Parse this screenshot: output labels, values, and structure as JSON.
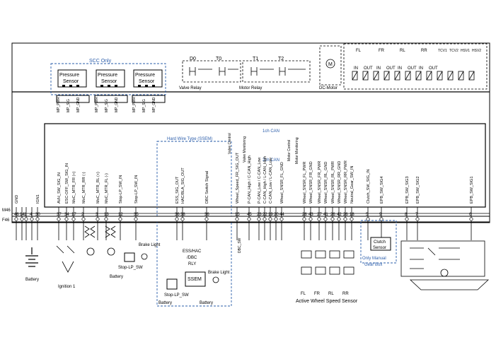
{
  "scc": {
    "title": "SCC Only",
    "sensor_label": [
      "Pressure",
      "Sensor"
    ],
    "pins": [
      "MP_PWR",
      "MP_SIG",
      "MP_GND"
    ]
  },
  "relays": {
    "d0": "D0",
    "t0": "T0",
    "t1": "T1",
    "t2": "T2",
    "valve_relay": "Valve Relay",
    "motor_relay": "Motor Relay",
    "dc_motor": "DC-Motor"
  },
  "valves_top": {
    "wheel_labels": [
      "FL",
      "FR",
      "RL",
      "RR"
    ],
    "in_out": [
      "IN",
      "OUT",
      "IN",
      "OUT",
      "IN",
      "OUT",
      "IN",
      "OUT"
    ],
    "tcs": [
      "TCV1",
      "TCV2",
      "HSV1",
      "HSV2"
    ]
  },
  "ecu": {
    "hardwire": "Hard Wire Type (SSEM)",
    "can_1": "1ch CAN",
    "can_2": "2ch CAN",
    "valve_control": "Valve Control",
    "valve_monitoring": "Valve Monitoring",
    "motor_monitoring": "Motor Monitoring",
    "motor_control": "Motor Control"
  },
  "pins": [
    {
      "label": "GND",
      "m": "46",
      "f": ""
    },
    {
      "label": "",
      "m": "14",
      "f": ""
    },
    {
      "label": "",
      "m": "1",
      "f": ""
    },
    {
      "label": "",
      "m": "4",
      "f": ""
    },
    {
      "label": "IGN1",
      "m": "30",
      "f": ""
    },
    {
      "label": "AVH_SW_SIG_IN",
      "m": "37",
      "f": ""
    },
    {
      "label": "ESC-OFF_SW_SIG_IN",
      "m": "34",
      "f": ""
    },
    {
      "label": "MoC_MTR_FR (+)",
      "m": "17",
      "f": ""
    },
    {
      "label": "MoC_MTR_RR (-)",
      "m": "2",
      "f": ""
    },
    {
      "label": "MoC_MTR_RL (+)",
      "m": "3",
      "f": ""
    },
    {
      "label": "MoC_MTR_FL (-)",
      "m": "13",
      "f": ""
    },
    {
      "label": "Stop-LP_SW_IN",
      "m": "12",
      "f": ""
    },
    {
      "label": "Stop-LP_SW_IN",
      "m": "35",
      "f": ""
    },
    {
      "label": "ESS_SIG_OUT",
      "m": "36",
      "f": ""
    },
    {
      "label": "HAC/BLA_SIG_OUT",
      "m": "38",
      "f": ""
    },
    {
      "label": "DBC Switch Signal",
      "m": "36",
      "f": ""
    },
    {
      "label": "Wheel_Speed_FR_SIG_OUT",
      "m": "15",
      "f": ""
    },
    {
      "label": "P-CAN_High / C-CAN_High",
      "m": "45",
      "f": ""
    },
    {
      "label": "P-CAN_Low / C-CAN_Low",
      "m": "23",
      "f": ""
    },
    {
      "label": "C-CAN_High / L-CAN_High",
      "m": "22",
      "f": ""
    },
    {
      "label": "C-CAN_Low / L-CAN_Low",
      "m": "19",
      "f": ""
    },
    {
      "label": "",
      "m": "20",
      "f": ""
    },
    {
      "label": "Wheel_SNSR_FL_GND",
      "m": "44",
      "f": ""
    },
    {
      "label": "Wheel_SNSR_FL_PWR",
      "m": "28",
      "f": ""
    },
    {
      "label": "Wheel_SNSR_FR_GND",
      "m": "43",
      "f": ""
    },
    {
      "label": "Wheel_SNSR_FR_PWR",
      "m": "27",
      "f": ""
    },
    {
      "label": "Wheel_SNSR_RL_GND",
      "m": "41",
      "f": ""
    },
    {
      "label": "Wheel_SNSR_RL_PWR",
      "m": "26",
      "f": ""
    },
    {
      "label": "Wheel_SNSR_RR_GND",
      "m": "42",
      "f": ""
    },
    {
      "label": "Wheel_SNSR_RR_PWR",
      "m": "26",
      "f": ""
    },
    {
      "label": "Neutral_Gear_SW_IN",
      "m": "18",
      "f": ""
    },
    {
      "label": "Clutch_SW_SIG_IN",
      "m": "5",
      "f": ""
    },
    {
      "label": "EPB_SW_SIG4",
      "m": "9",
      "f": ""
    },
    {
      "label": "EPB_SW_SIG3",
      "m": "8",
      "f": ""
    },
    {
      "label": "EPB_SW_SIG2",
      "m": "7",
      "f": ""
    },
    {
      "label": "EPB_SW_SIG1",
      "m": "6",
      "f": ""
    }
  ],
  "connectors": {
    "m": "M46",
    "f": "F46"
  },
  "bottom": {
    "battery": "Battery",
    "ignition": "Ignition 1",
    "battery2": "Battery",
    "stop_lp_sw": "Stop-LP_SW",
    "brake_light": "Brake Light",
    "ess": [
      "ESS/HAC",
      "/DBC",
      "RLY"
    ],
    "ssem": "SSEM",
    "brake_light2": "Brake Light",
    "stop_lp_sw2": "Stop-LP_SW",
    "battery3": "Battery",
    "battery4": "Battery",
    "dbc_sw": "DBC_SW",
    "wheel_sensor": "Active Wheel Speed Sensor",
    "wheels": [
      "FL",
      "FR",
      "RL",
      "RR"
    ],
    "clutch": [
      "Clutch",
      "Sensor"
    ],
    "manual": [
      "Only Manual",
      "Gear Box"
    ]
  }
}
